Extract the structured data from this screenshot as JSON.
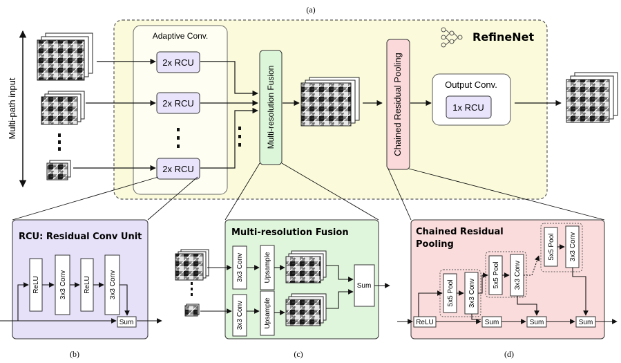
{
  "labels": {
    "panel_a": "(a)",
    "panel_b": "(b)",
    "panel_c": "(c)",
    "panel_d": "(d)",
    "multi_path_input": "Multi-path input",
    "refinenet": "RefineNet",
    "adaptive_conv": "Adaptive Conv.",
    "rcu_2x": "2x RCU",
    "mrf_vertical": "Multi-resolution Fusion",
    "crp_vertical": "Chained Residual Pooling",
    "output_conv": "Output Conv.",
    "rcu_1x": "1x RCU",
    "rcu_title": "RCU: Residual Conv Unit",
    "relu": "ReLU",
    "conv3x3": "3x3 Conv",
    "sum": "Sum",
    "mrf_title": "Multi-resolution Fusion",
    "upsample": "Upsample",
    "crp_title_line1": "Chained Residual",
    "crp_title_line2": "Pooling",
    "pool5x5": "5x5 Pool"
  },
  "colors": {
    "refinenet_bg": "#fbfbdc",
    "adaptive_bg": "#fefef2",
    "rcu_box": "#e9e4fb",
    "rcu_panel": "#e6e0f8",
    "mrf_box": "#dcf6da",
    "mrf_panel": "#e0f6dc",
    "crp_box": "#fbd9da",
    "crp_panel": "#fbdcdc",
    "output_bg": "#ffffff"
  }
}
